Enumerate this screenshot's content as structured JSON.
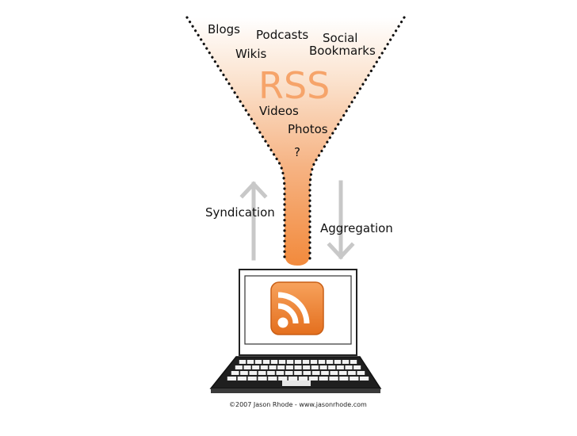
{
  "funnel": {
    "items": [
      "Blogs",
      "Podcasts",
      "Social",
      "Bookmarks",
      "Wikis",
      "Videos",
      "Photos",
      "?"
    ],
    "center_label": "RSS"
  },
  "arrows": {
    "up_label": "Syndication",
    "down_label": "Aggregation"
  },
  "laptop": {
    "screen_icon": "rss-feed-icon"
  },
  "footer": {
    "credit": "©2007 Jason Rhode - www.jasonrhode.com"
  },
  "colors": {
    "accent": "#f28a3c",
    "accent_dark": "#e0762a",
    "arrow_gray": "#c8c8c8"
  }
}
